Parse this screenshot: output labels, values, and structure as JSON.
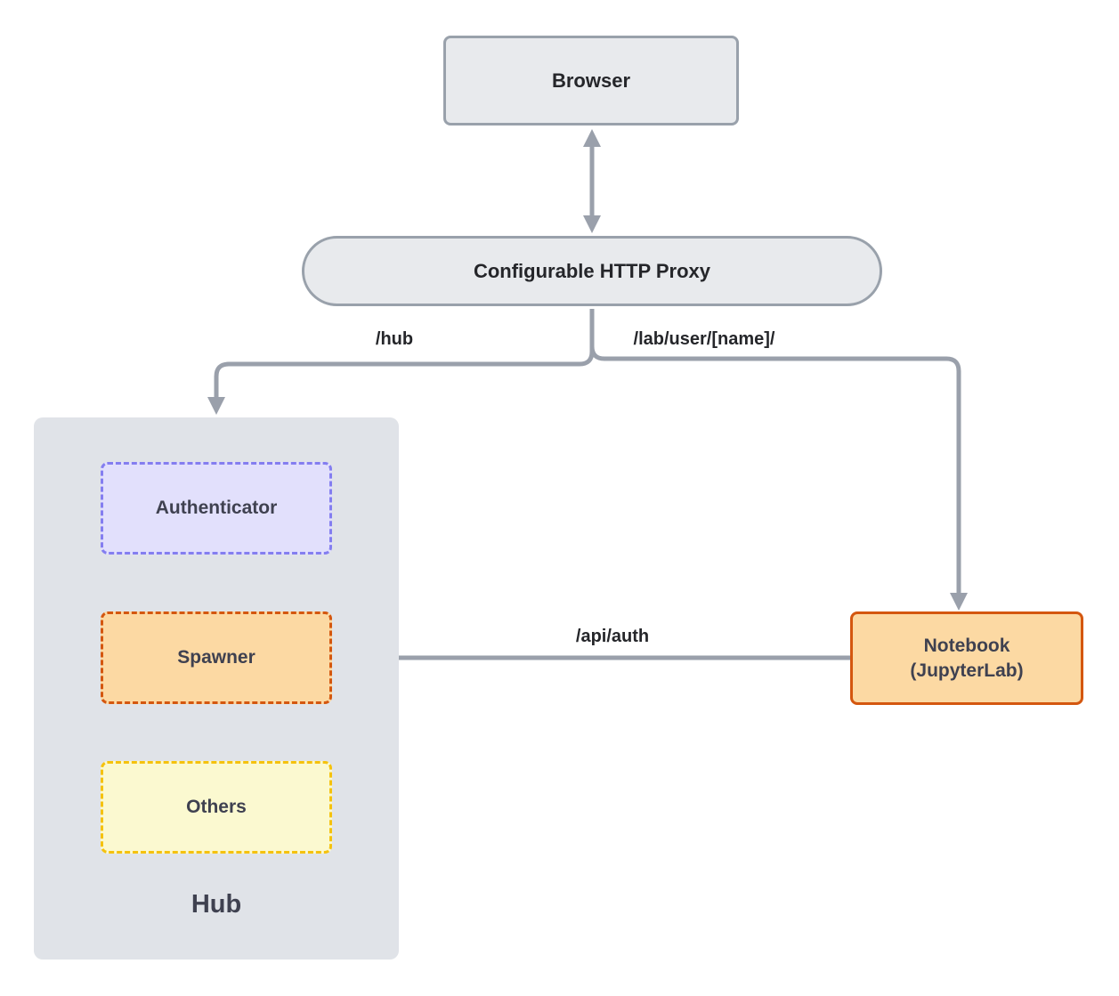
{
  "nodes": {
    "browser": {
      "label": "Browser"
    },
    "proxy": {
      "label": "Configurable HTTP Proxy"
    },
    "hub_container": {
      "label": "Hub"
    },
    "authenticator": {
      "label": "Authenticator"
    },
    "spawner": {
      "label": "Spawner"
    },
    "others": {
      "label": "Others"
    },
    "notebook": {
      "label_line1": "Notebook",
      "label_line2": "(JupyterLab)"
    }
  },
  "edges": {
    "proxy_hub": {
      "label": "/hub"
    },
    "proxy_notebook": {
      "label": "/lab/user/[name]/"
    },
    "notebook_spawner": {
      "label": "/api/auth"
    }
  },
  "colors": {
    "arrow": "#9aa0ab",
    "node_fill": "#e8eaed",
    "node_border": "#99a1ab",
    "container_fill": "#e0e3e8",
    "purple_fill": "#e2e0fc",
    "purple_border": "#847ef0",
    "orange_fill": "#fcd9a3",
    "orange_border": "#d4570f",
    "yellow_fill": "#fbf9d0",
    "yellow_border": "#f5c20e",
    "label_text": "#3f4150",
    "title_text": "#25262a"
  }
}
